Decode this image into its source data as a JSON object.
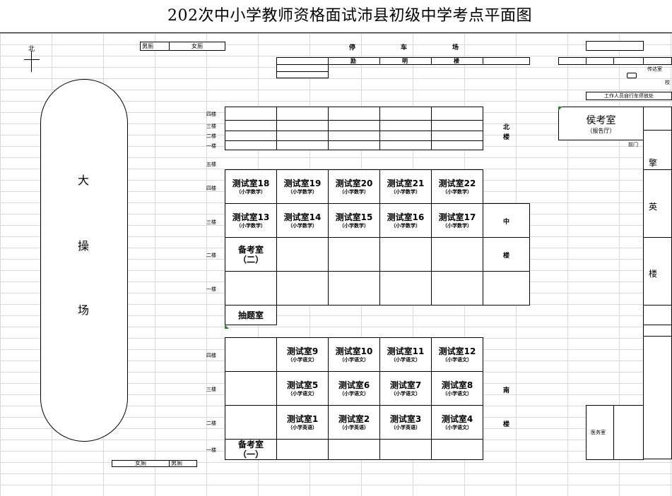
{
  "title": "202次中小学教师资格面试沛县初级中学考点平面图",
  "compass": "北",
  "restrooms_top": [
    "男厕",
    "女厕"
  ],
  "restrooms_bottom": [
    "女厕",
    "男厕"
  ],
  "parking": [
    "停",
    "车",
    "场"
  ],
  "building_names": {
    "faming": [
      "励",
      "明",
      "楼"
    ],
    "north": [
      "北",
      "楼"
    ],
    "middle": [
      "中",
      "楼"
    ],
    "south": [
      "南",
      "楼"
    ],
    "east": [
      "擎",
      "英",
      "楼"
    ]
  },
  "playground": [
    "大",
    "操",
    "场"
  ],
  "right_side": {
    "guard": "传达室",
    "gate": "校",
    "staff_parking": "工作人员自行车停放处",
    "waiting_room": "侯考室",
    "waiting_sub": "（报告厅）",
    "front_door": "前门",
    "service": "医务室"
  },
  "north_floors": [
    "四楼",
    "三楼",
    "二楼",
    "一楼"
  ],
  "middle_floors": [
    "五楼",
    "四楼",
    "三楼",
    "二楼",
    "一楼"
  ],
  "south_floors": [
    "四楼",
    "三楼",
    "二楼",
    "一楼"
  ],
  "middle_building": {
    "row4": [
      {
        "name": "测试室18",
        "sub": "（小学数学）"
      },
      {
        "name": "测试室19",
        "sub": "（小学数学）"
      },
      {
        "name": "测试室20",
        "sub": "（小学数学）"
      },
      {
        "name": "测试室21",
        "sub": "（小学数学）"
      },
      {
        "name": "测试室22",
        "sub": "（小学数学）"
      }
    ],
    "row3": [
      {
        "name": "测试室13",
        "sub": "（小学数学）"
      },
      {
        "name": "测试室14",
        "sub": "（小学数学）"
      },
      {
        "name": "测试室15",
        "sub": "（小学数学）"
      },
      {
        "name": "测试室16",
        "sub": "（小学数学）"
      },
      {
        "name": "测试室17",
        "sub": "（小学数学）"
      }
    ],
    "prep2": [
      "备考室",
      "（二）"
    ],
    "draw": "抽题室"
  },
  "south_building": {
    "row4": [
      {
        "name": "测试室9",
        "sub": "（小学语文）"
      },
      {
        "name": "测试室10",
        "sub": "（小学语文）"
      },
      {
        "name": "测试室11",
        "sub": "（小学语文）"
      },
      {
        "name": "测试室12",
        "sub": "（小学语文）"
      }
    ],
    "row3": [
      {
        "name": "测试室5",
        "sub": "（小学语文）"
      },
      {
        "name": "测试室6",
        "sub": "（小学语文）"
      },
      {
        "name": "测试室7",
        "sub": "（小学语文）"
      },
      {
        "name": "测试室8",
        "sub": "（小学语文）"
      }
    ],
    "row2": [
      {
        "name": "测试室1",
        "sub": "（小学英语）"
      },
      {
        "name": "测试室2",
        "sub": "（小学英语）"
      },
      {
        "name": "测试室3",
        "sub": "（小学英语）"
      },
      {
        "name": "测试室4",
        "sub": "（小学语文）"
      }
    ],
    "prep1": [
      "备考室",
      "（一）"
    ]
  },
  "colors": {
    "grid": "#d9d9d9",
    "marker": "#2e7d32"
  }
}
